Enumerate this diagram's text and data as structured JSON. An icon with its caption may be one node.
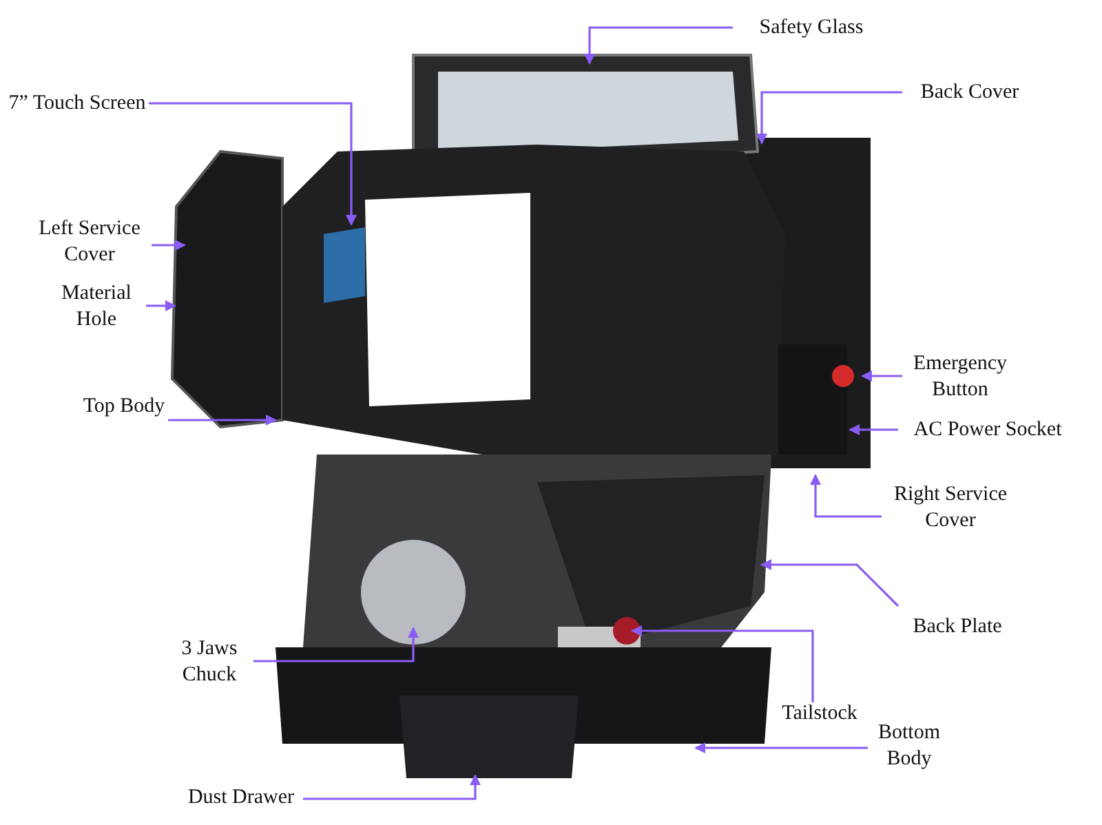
{
  "diagram": {
    "nodes": [
      {
        "text": [
          "Safety Glass"
        ]
      },
      {
        "text": [
          "Back Cover"
        ]
      },
      {
        "text": [
          "7” Touch Screen"
        ]
      },
      {
        "text": [
          "Left Service Cover"
        ]
      },
      {
        "text": [
          "Material Hole"
        ]
      },
      {
        "text": [
          "Emergency Button"
        ]
      },
      {
        "text": [
          "Top Body"
        ]
      },
      {
        "text": [
          "AC Power Socket"
        ]
      },
      {
        "text": [
          "Right Service Cover"
        ]
      },
      {
        "text": [
          "Back Plate"
        ]
      },
      {
        "text": [
          "3 Jaws Chuck"
        ]
      },
      {
        "text": [
          "Tailstock"
        ]
      },
      {
        "text": [
          "Bottom Body"
        ]
      },
      {
        "text": [
          "Dust Drawer"
        ]
      }
    ],
    "edges": [
      {
        "from": 0,
        "to": null,
        "arrow": "to"
      },
      {
        "from": 1,
        "to": null,
        "arrow": "to"
      },
      {
        "from": 2,
        "to": null,
        "arrow": "to"
      },
      {
        "from": 3,
        "to": null,
        "arrow": "to"
      },
      {
        "from": 4,
        "to": null,
        "arrow": "to"
      },
      {
        "from": 5,
        "to": null,
        "arrow": "to"
      },
      {
        "from": 6,
        "to": null,
        "arrow": "to"
      },
      {
        "from": 7,
        "to": null,
        "arrow": "to"
      },
      {
        "from": 8,
        "to": null,
        "arrow": "to"
      },
      {
        "from": 9,
        "to": null,
        "arrow": "to"
      },
      {
        "from": 10,
        "to": null,
        "arrow": "to"
      },
      {
        "from": 11,
        "to": null,
        "arrow": "to"
      },
      {
        "from": 12,
        "to": null,
        "arrow": "to"
      },
      {
        "from": 13,
        "to": null,
        "arrow": "to"
      }
    ]
  }
}
